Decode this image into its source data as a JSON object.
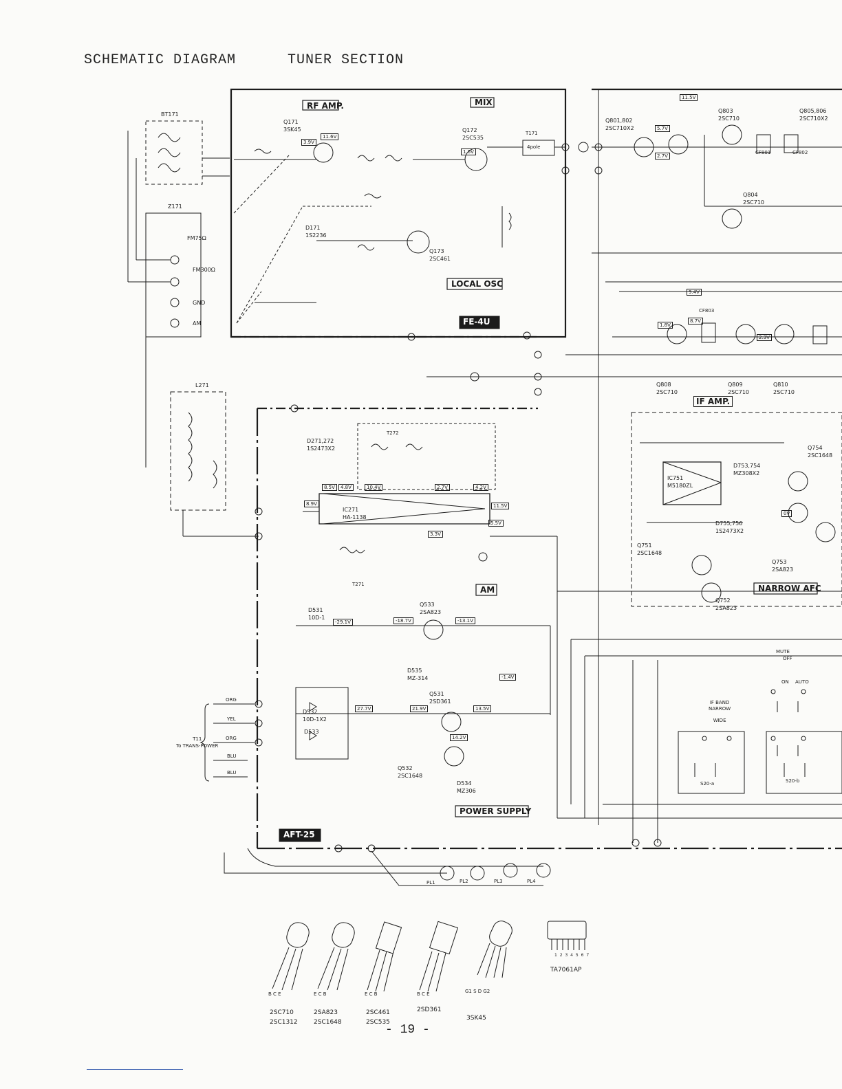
{
  "header": {
    "title": "SCHEMATIC DIAGRAM",
    "section": "TUNER SECTION"
  },
  "blocks": {
    "rf_amp": "RF AMP.",
    "mix": "MIX",
    "local_osc": "LOCAL OSC",
    "fe4u": "FE-4U",
    "if_amp": "IF AMP.",
    "narrow_afc": "NARROW AFC",
    "am": "AM",
    "power_supply": "POWER SUPPLY",
    "aft25": "AFT-25"
  },
  "antenna": {
    "bt171": "BT171",
    "z171": "Z171",
    "fm75": "FM75Ω",
    "fm300": "FM300Ω",
    "gnd": "GND",
    "am": "AM",
    "l271": "L271"
  },
  "components": [
    "Q171",
    "3SK45",
    "Q172",
    "2SC535",
    "T171",
    "4pole",
    "Q173",
    "2SC461",
    "D171",
    "1S2236",
    "Q801,802",
    "2SC710X2",
    "Q803",
    "2SC710",
    "Q804",
    "2SC710",
    "Q805,806",
    "2SC710X2",
    "Q808",
    "2SC710",
    "Q809",
    "2SC710",
    "Q810",
    "2SC710",
    "CF803",
    "CF801",
    "CF802",
    "D271,272",
    "1S2473X2",
    "T272",
    "IC271",
    "HA-1138",
    "T271",
    "IC751",
    "M5180ZL",
    "D753,754",
    "MZ308X2",
    "D755,756",
    "1S2473X2",
    "Q751",
    "2SC1648",
    "Q752",
    "2SA823",
    "Q753",
    "2SA823",
    "Q754",
    "2SC1648",
    "D531",
    "10D-1",
    "Q533",
    "2SA823",
    "D535",
    "MZ-314",
    "Q531",
    "2SD361",
    "D532",
    "10D-1X2",
    "D533",
    "Q532",
    "2SC1648",
    "D534",
    "MZ306"
  ],
  "voltages": [
    "11.5V",
    "3.9V",
    "11.6V",
    "1.6V",
    "5.7V",
    "2.7V",
    "9.4V",
    "1.8V",
    "8.7V",
    "2.3V",
    "8.5V",
    "4.8V",
    "10.4V",
    "2.7V",
    "4.2V",
    "8.9V",
    "11.5V",
    "5.5V",
    "3.3V",
    "-29.1V",
    "-18.7V",
    "-13.1V",
    "-1.4V",
    "27.7V",
    "21.9V",
    "13.5V",
    "14.2V",
    "0V"
  ],
  "transformer_input": {
    "label": "T11",
    "sublabel": "To TRANS-POWER",
    "wires": [
      "ORG",
      "YEL",
      "ORG",
      "BLU",
      "BLU"
    ]
  },
  "switches": {
    "mute": "MUTE",
    "off": "OFF",
    "on": "ON",
    "auto": "AUTO",
    "if_band": "IF BAND",
    "narrow": "NARROW",
    "wide": "WIDE",
    "s20a": "S20-a",
    "s20b": "S20-b"
  },
  "pilot_lamps": [
    "PL1",
    "PL2",
    "PL3",
    "PL4"
  ],
  "packages": [
    {
      "pins": "B C E",
      "parts": [
        "2SC710",
        "2SC1312"
      ]
    },
    {
      "pins": "E C B",
      "parts": [
        "2SA823",
        "2SC1648"
      ]
    },
    {
      "pins": "E C B",
      "parts": [
        "2SC461",
        "2SC535"
      ]
    },
    {
      "pins": "B C E",
      "parts": [
        "2SD361"
      ]
    },
    {
      "pins": "G1 S D G2",
      "parts": [
        "3SK45"
      ]
    },
    {
      "pins": "1 2 3 4 5 6 7",
      "parts": [
        "TA7061AP"
      ]
    }
  ],
  "page_number": "- 19 -"
}
